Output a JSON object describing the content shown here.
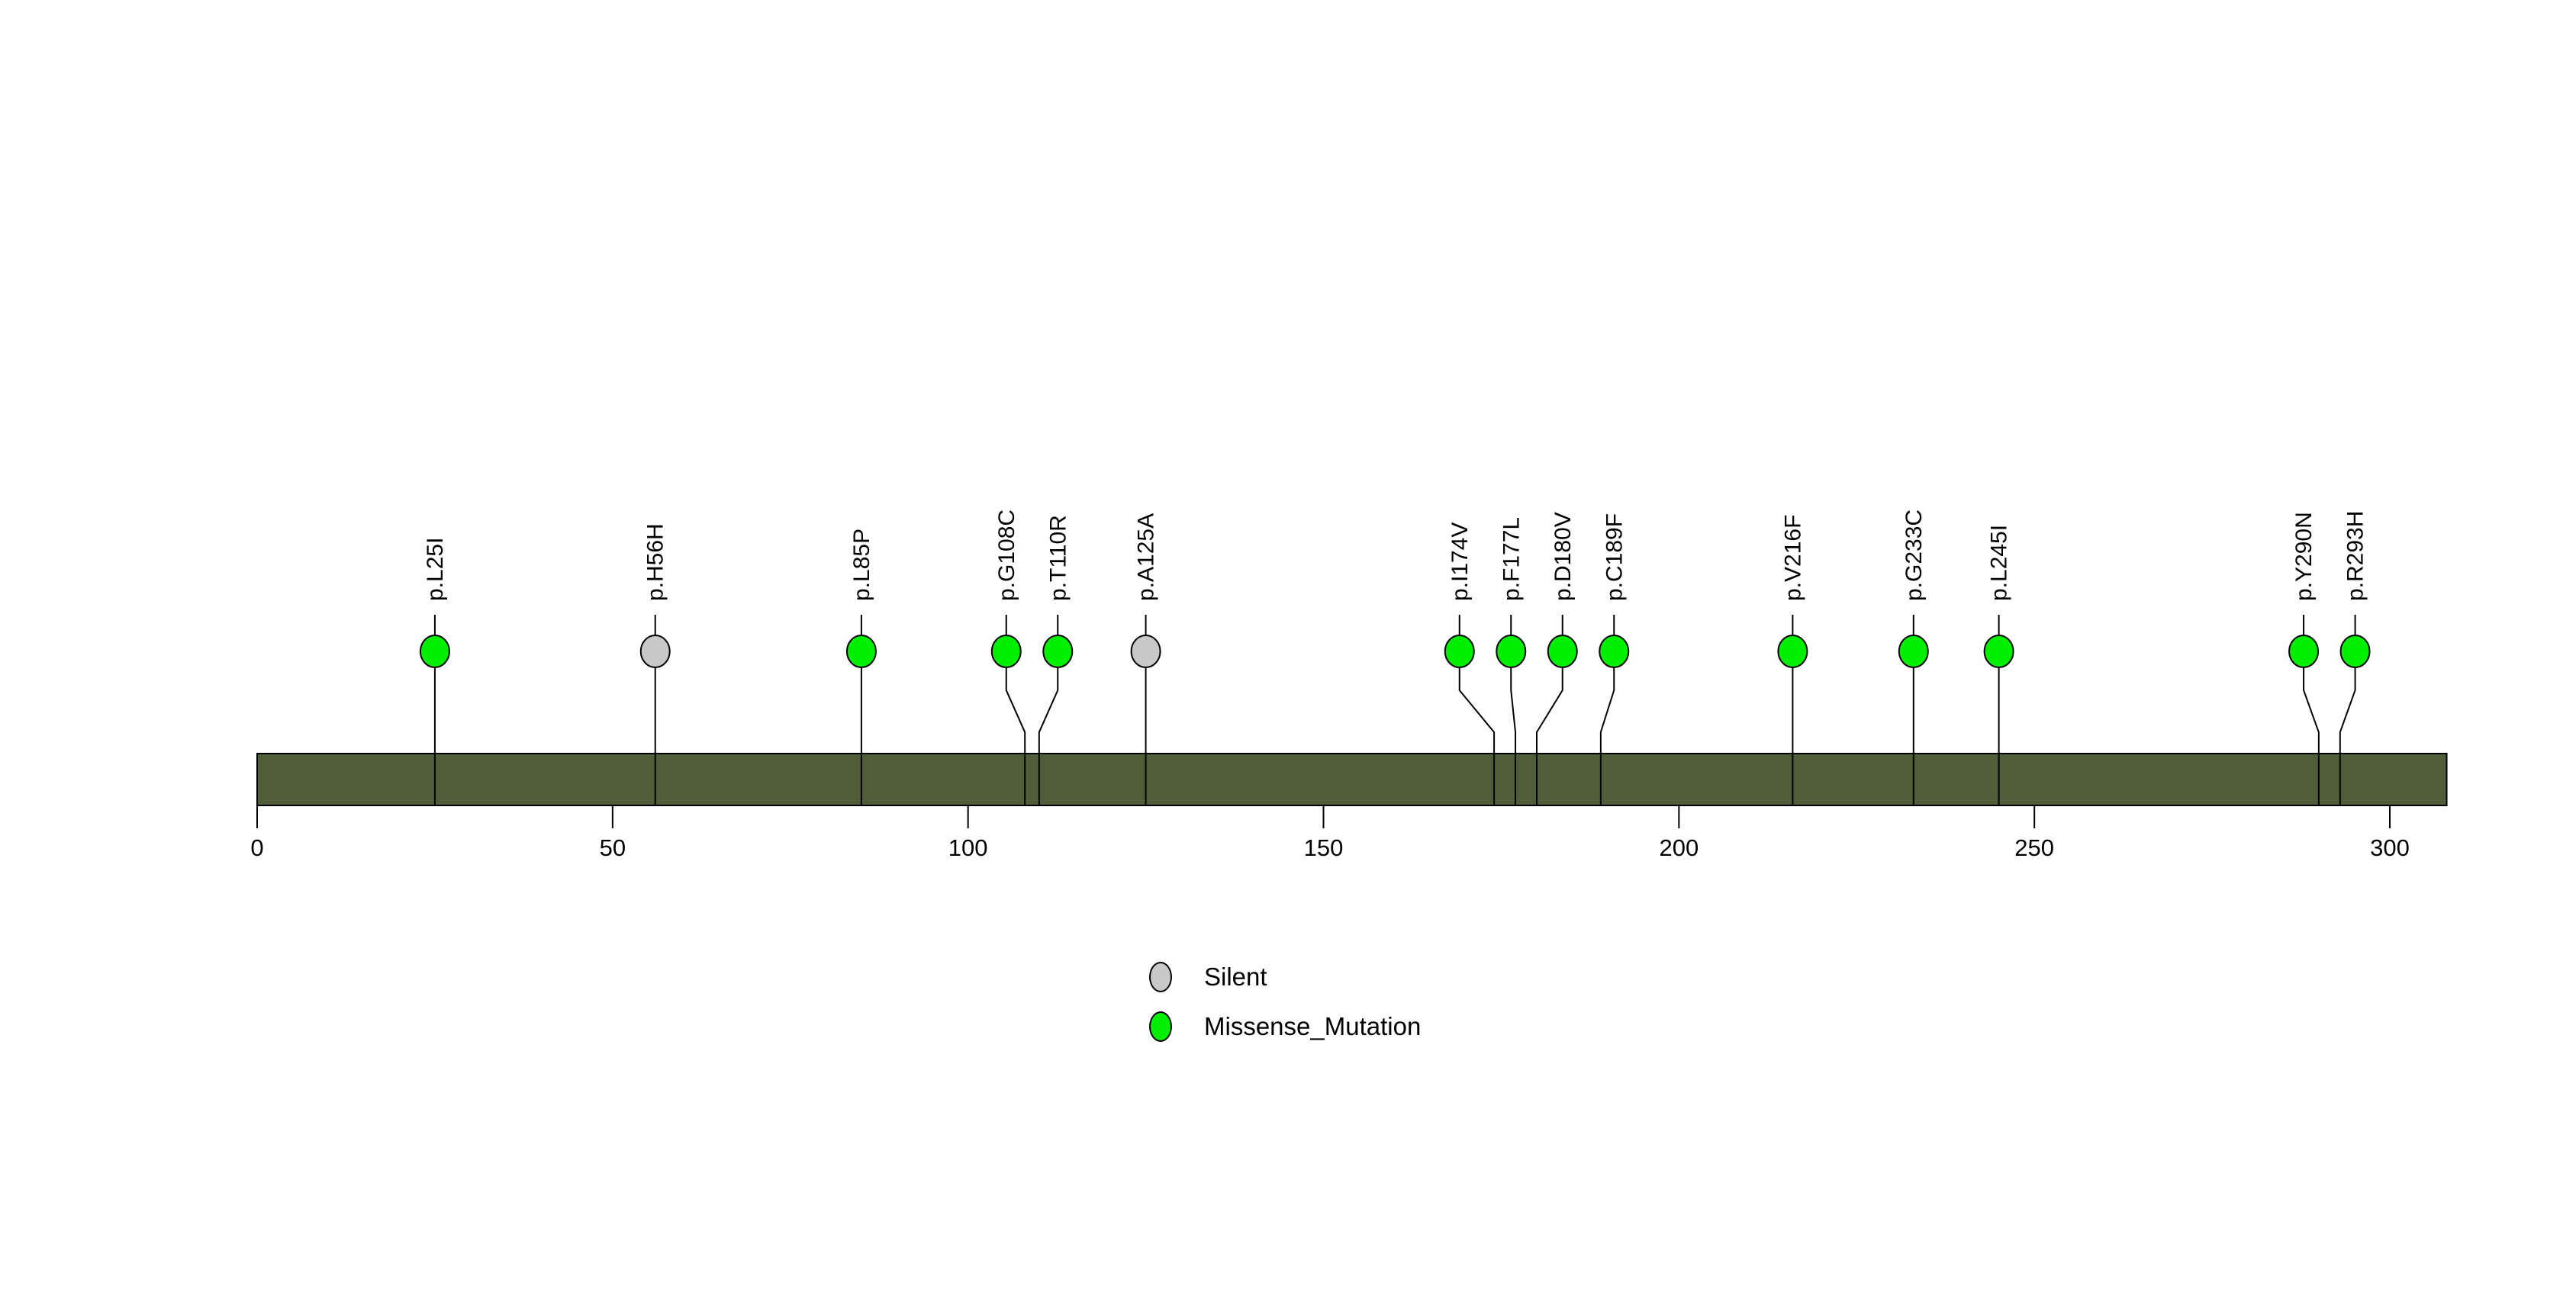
{
  "chart_data": {
    "type": "lollipop",
    "title": "",
    "xlabel": "",
    "ylabel": "",
    "axis": {
      "ticks": [
        0,
        50,
        100,
        150,
        200,
        250,
        300
      ],
      "range": [
        0,
        308
      ],
      "grid": false
    },
    "protein": {
      "start": 0,
      "end": 308,
      "backbone_color": "#4F5D38"
    },
    "mutation_classes": {
      "Silent": "#C8C8C8",
      "Missense_Mutation": "#00EE00"
    },
    "mutations": [
      {
        "label": "p.L25I",
        "position": 25,
        "class": "Missense_Mutation"
      },
      {
        "label": "p.H56H",
        "position": 56,
        "class": "Silent"
      },
      {
        "label": "p.L85P",
        "position": 85,
        "class": "Missense_Mutation"
      },
      {
        "label": "p.G108C",
        "position": 108,
        "class": "Missense_Mutation"
      },
      {
        "label": "p.T110R",
        "position": 110,
        "class": "Missense_Mutation"
      },
      {
        "label": "p.A125A",
        "position": 125,
        "class": "Silent"
      },
      {
        "label": "p.I174V",
        "position": 174,
        "class": "Missense_Mutation"
      },
      {
        "label": "p.F177L",
        "position": 177,
        "class": "Missense_Mutation"
      },
      {
        "label": "p.D180V",
        "position": 180,
        "class": "Missense_Mutation"
      },
      {
        "label": "p.C189F",
        "position": 189,
        "class": "Missense_Mutation"
      },
      {
        "label": "p.V216F",
        "position": 216,
        "class": "Missense_Mutation"
      },
      {
        "label": "p.G233C",
        "position": 233,
        "class": "Missense_Mutation"
      },
      {
        "label": "p.L245I",
        "position": 245,
        "class": "Missense_Mutation"
      },
      {
        "label": "p.Y290N",
        "position": 290,
        "class": "Missense_Mutation"
      },
      {
        "label": "p.R293H",
        "position": 293,
        "class": "Missense_Mutation"
      }
    ],
    "legend": [
      {
        "label": "Silent",
        "color": "#C8C8C8"
      },
      {
        "label": "Missense_Mutation",
        "color": "#00EE00"
      }
    ],
    "legend_position": "bottom-center"
  }
}
